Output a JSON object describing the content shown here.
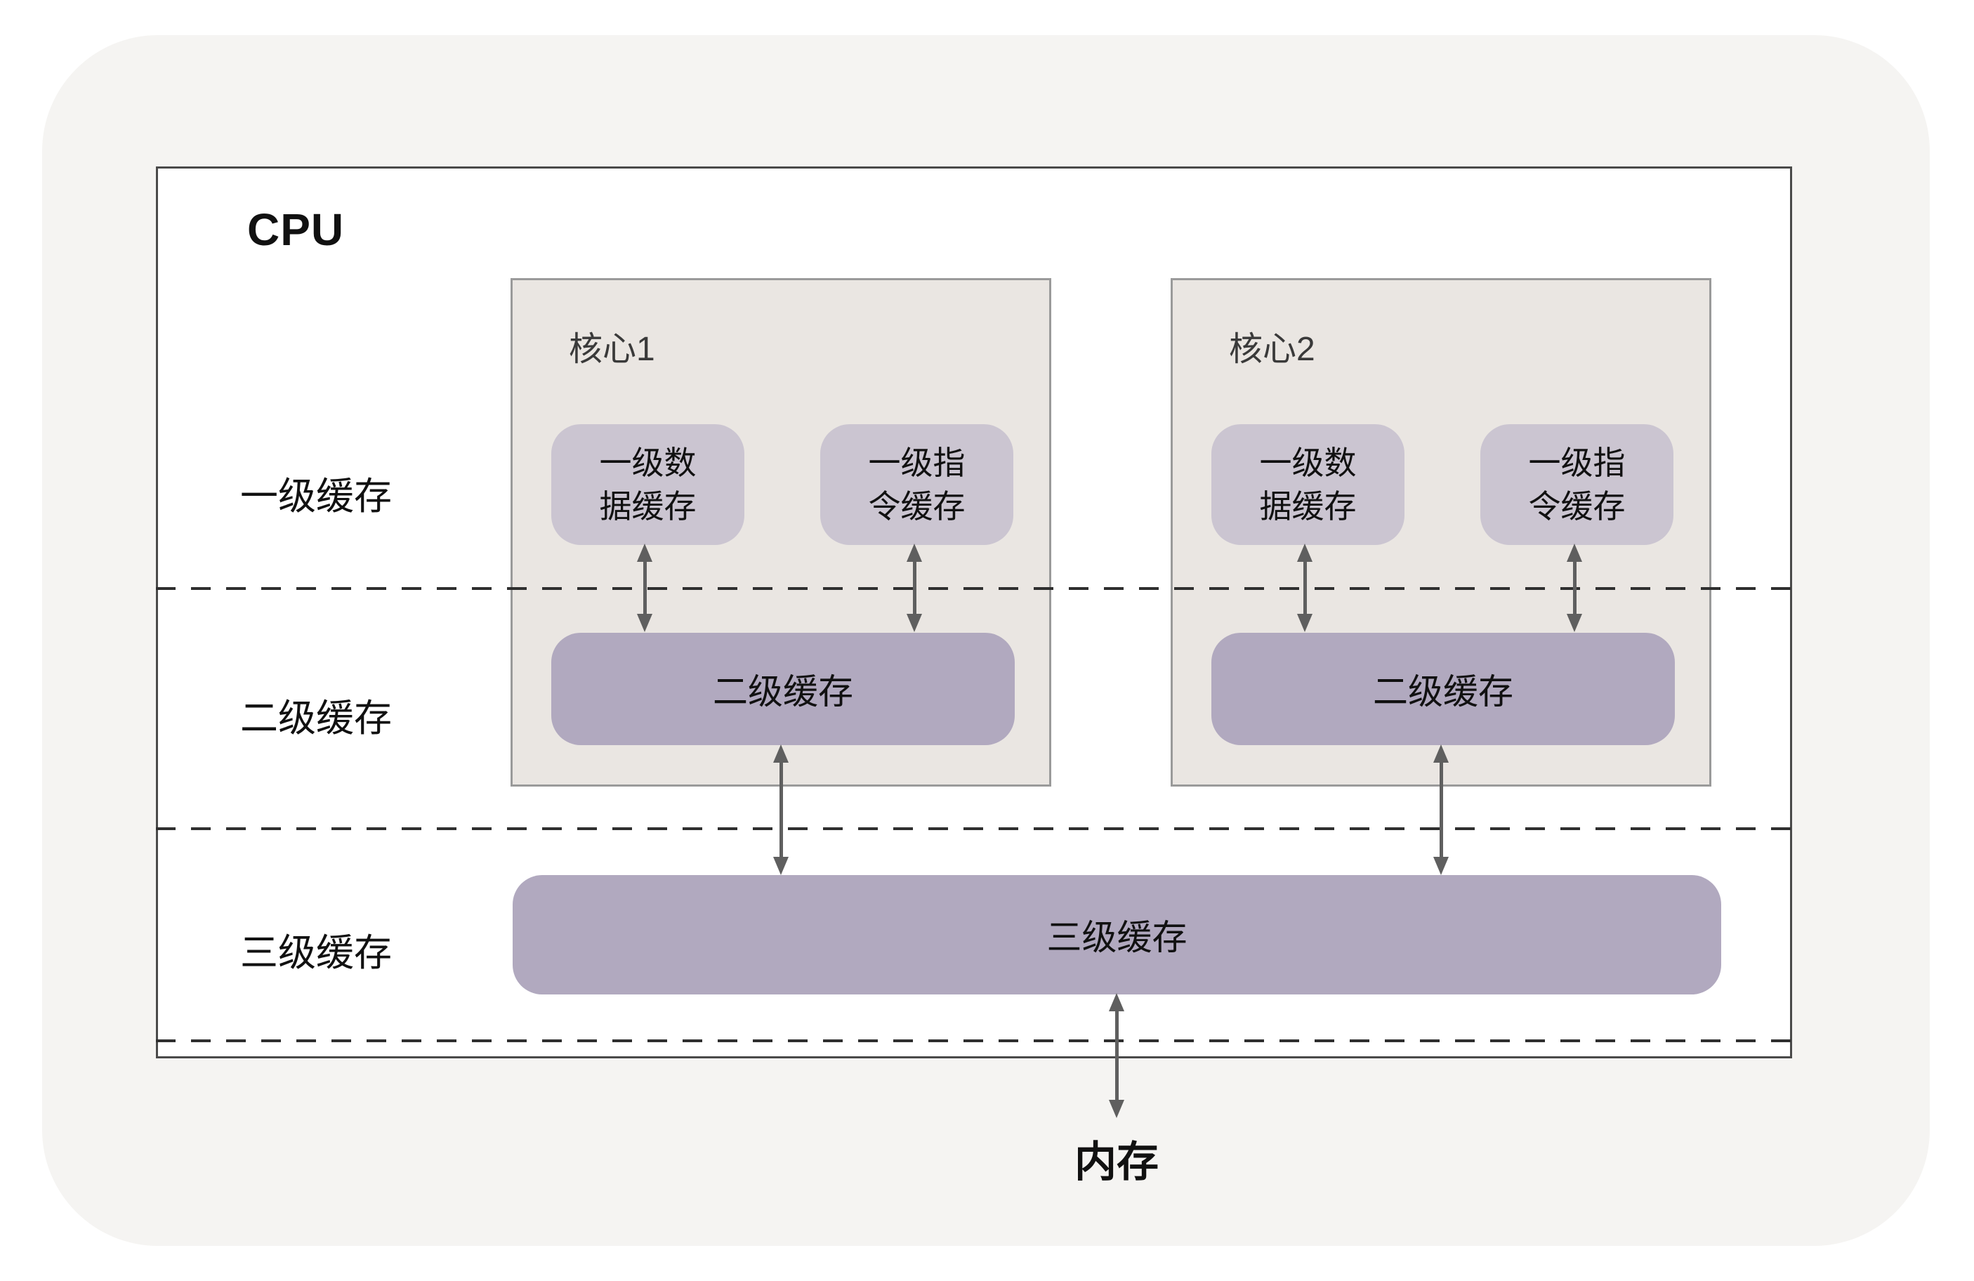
{
  "cpu_label": "CPU",
  "memory_label": "内存",
  "row_labels": {
    "l1": "一级缓存",
    "l2": "二级缓存",
    "l3": "三级缓存"
  },
  "cores": [
    {
      "title": "核心1",
      "l1_data": {
        "line1": "一级数",
        "line2": "据缓存"
      },
      "l1_instruction": {
        "line1": "一级指",
        "line2": "令缓存"
      },
      "l2_label": "二级缓存"
    },
    {
      "title": "核心2",
      "l1_data": {
        "line1": "一级数",
        "line2": "据缓存"
      },
      "l1_instruction": {
        "line1": "一级指",
        "line2": "令缓存"
      },
      "l2_label": "二级缓存"
    }
  ],
  "l3_label": "三级缓存",
  "colors": {
    "card_bg": "#f5f4f2",
    "cpu_box_bg": "#ffffff",
    "cpu_box_border": "#4a4a4a",
    "core_bg": "#eae6e2",
    "core_border": "#9a9a9a",
    "l1_box_bg": "#cbc5d1",
    "l2_box_bg": "#b1a9bf",
    "l3_box_bg": "#b1a9bf",
    "arrow_color": "#5f5f5f",
    "dash_color": "#2f2f2f",
    "text_color": "#111111",
    "core_title_color": "#3a3a3a"
  }
}
